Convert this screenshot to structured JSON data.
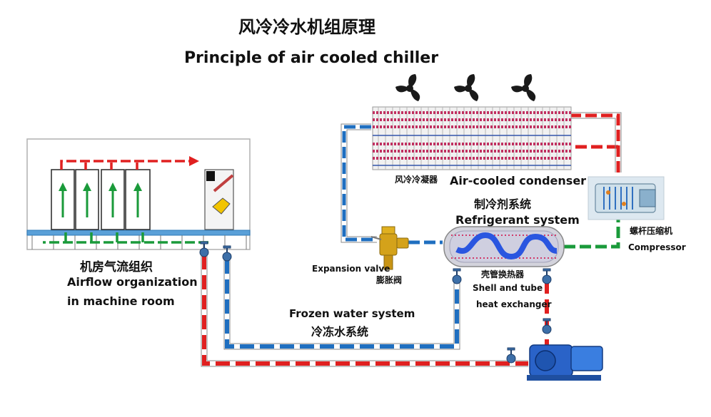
{
  "title": {
    "zh": "风冷冷水机组原理",
    "en": "Principle of air cooled chiller"
  },
  "machine_room": {
    "zh": "机房气流组织",
    "en_line1": "Airflow organization",
    "en_line2": "in machine room"
  },
  "frozen_water": {
    "en": "Frozen water system",
    "zh": "冷冻水系统"
  },
  "condenser": {
    "zh": "风冷冷凝器",
    "en": "Air-cooled condenser"
  },
  "refrigerant": {
    "zh": "制冷剂系统",
    "en": "Refrigerant system"
  },
  "expansion_valve": {
    "en": "Expansion valve",
    "zh": "膨胀阀"
  },
  "heat_exchanger": {
    "zh": "壳管换热器",
    "en_line1": "Shell and tube",
    "en_line2": "heat exchanger"
  },
  "compressor": {
    "zh": "螺杆压缩机",
    "en": "Compressor"
  },
  "colors": {
    "hot": "#e02020",
    "cold": "#1f6fc0",
    "green": "#1a9a3a",
    "coil": "#c03060"
  }
}
